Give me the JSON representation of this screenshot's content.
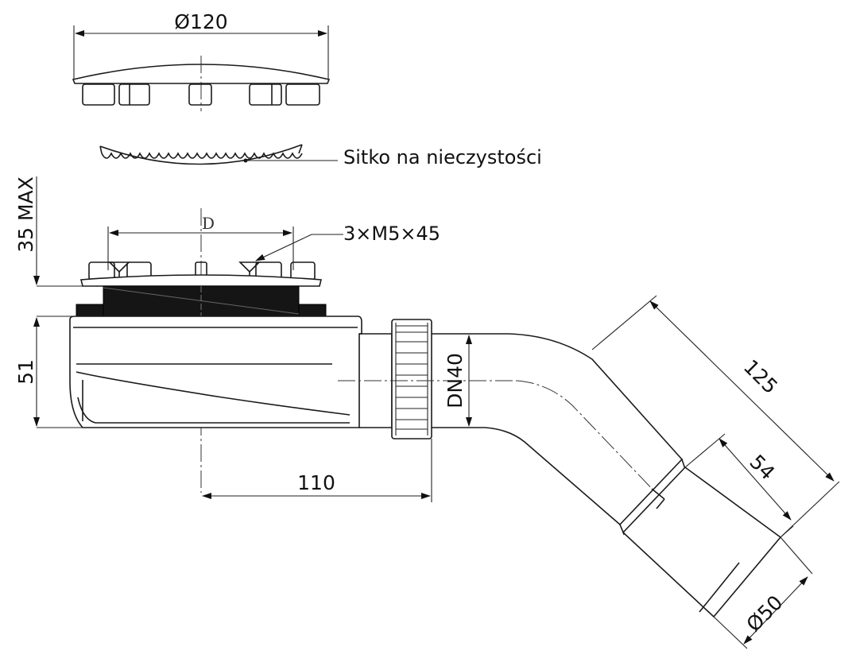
{
  "drawing": {
    "labels": {
      "cover_diameter": "Ø120",
      "strainer": "Sitko na nieczystości",
      "screws": "3×M5×45",
      "d_symbol": "D",
      "height_max": "35 MAX",
      "height_body": "51",
      "outlet_nominal": "DN40",
      "horizontal_offset": "110",
      "pipe_length": "125",
      "socket_length": "54",
      "outlet_diameter": "Ø50"
    }
  }
}
